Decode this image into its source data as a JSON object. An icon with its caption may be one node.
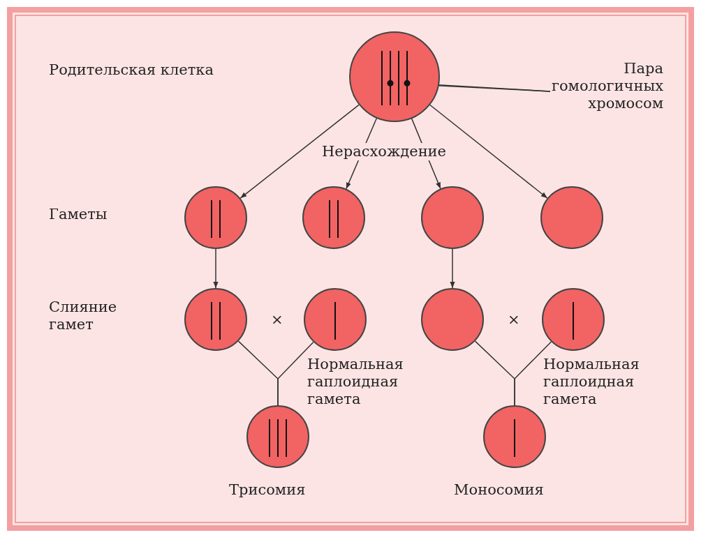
{
  "diagram": {
    "nodes": [
      {
        "text": [],
        "shape": "circle"
      },
      {
        "text": [
          "Пара гомологичных хромосом"
        ]
      },
      {
        "text": [],
        "shape": "circle"
      },
      {
        "text": [],
        "shape": "circle"
      },
      {
        "text": [],
        "shape": "circle"
      },
      {
        "text": [],
        "shape": "circle"
      },
      {
        "text": [],
        "shape": "circle"
      },
      {
        "text": [],
        "shape": "circle",
        "beside": [
          "Нормальная гаплоидная гамета"
        ]
      },
      {
        "text": [],
        "shape": "circle"
      },
      {
        "text": [],
        "shape": "circle",
        "beside": [
          "Нормальная гаплоидная гамета"
        ]
      },
      {
        "text": [],
        "shape": "circle",
        "beside": [
          "Трисомия"
        ]
      },
      {
        "text": [],
        "shape": "circle",
        "beside": [
          "Моносомия"
        ]
      },
      {
        "text": [],
        "shape": "bar",
        "in": 0
      },
      {
        "text": [],
        "shape": "bar",
        "in": 0
      }
    ],
    "edges": [
      {
        "from": 0,
        "to": 2,
        "arrow": "to"
      },
      {
        "from": 0,
        "to": 3,
        "arrow": "to"
      },
      {
        "from": 0,
        "to": 4,
        "arrow": "to"
      },
      {
        "from": 0,
        "to": 5,
        "arrow": "to"
      },
      {
        "from": 2,
        "to": 6,
        "arrow": "to"
      },
      {
        "from": 4,
        "to": 8,
        "arrow": "to"
      },
      {
        "from": 6,
        "to": 10,
        "arrow": "none"
      },
      {
        "from": 7,
        "to": 10,
        "arrow": "none"
      },
      {
        "from": 8,
        "to": 11,
        "arrow": "none"
      },
      {
        "from": 9,
        "to": 11,
        "arrow": "none"
      },
      {
        "from": 1,
        "to": 12,
        "arrow": "none"
      },
      {
        "from": 1,
        "to": 13,
        "arrow": "none"
      }
    ],
    "labels": [
      "Родительская клетка",
      "Нерасхождение",
      "Гаметы",
      "Слияние гамет",
      "×",
      "×"
    ]
  }
}
